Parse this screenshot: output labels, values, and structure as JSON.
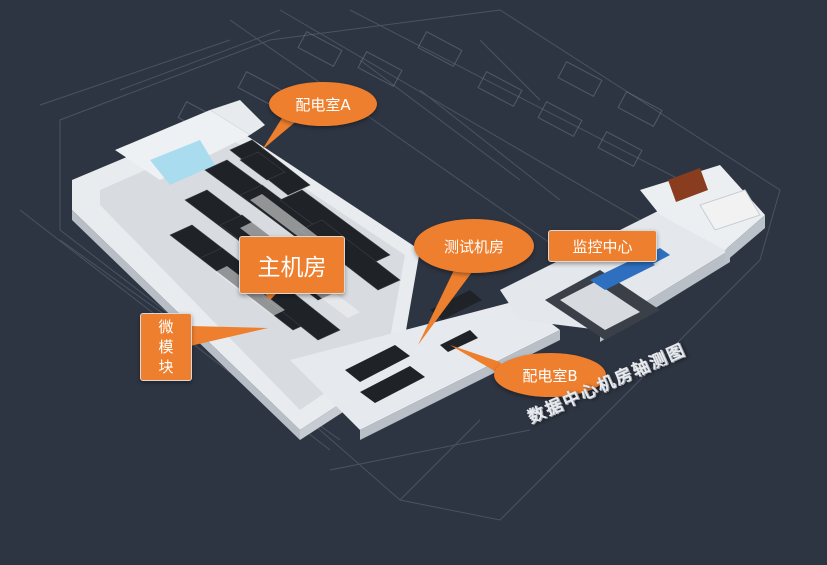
{
  "labels": {
    "power_room_a": "配电室A",
    "power_room_b": "配电室B",
    "test_room": "测试机房",
    "main_room": "主机房",
    "monitor_center": "监控中心",
    "micro_module": "微模块"
  },
  "watermark": "数据中心机房轴测图",
  "colors": {
    "background": "#2e3542",
    "callout": "#ee7f2e",
    "callout_text": "#ffffff"
  }
}
